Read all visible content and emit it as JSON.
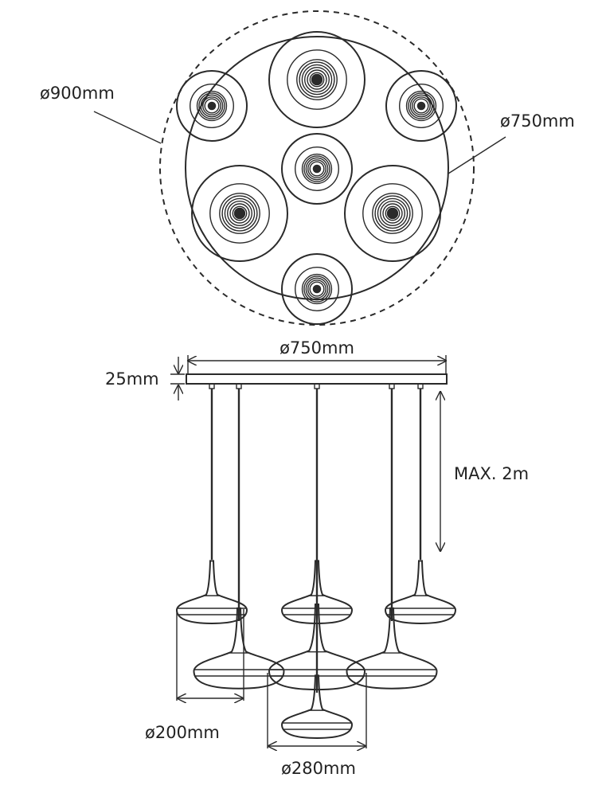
{
  "top_view": {
    "outer_diameter_label": "ø900mm",
    "canopy_diameter_label": "ø750mm"
  },
  "side_view": {
    "canopy_width_label": "ø750mm",
    "canopy_thickness_label": "25mm",
    "max_drop_label": "MAX. 2m",
    "small_shade_label": "ø200mm",
    "large_shade_label": "ø280mm"
  },
  "colors": {
    "line": "#2a2a2a",
    "background": "#ffffff"
  }
}
